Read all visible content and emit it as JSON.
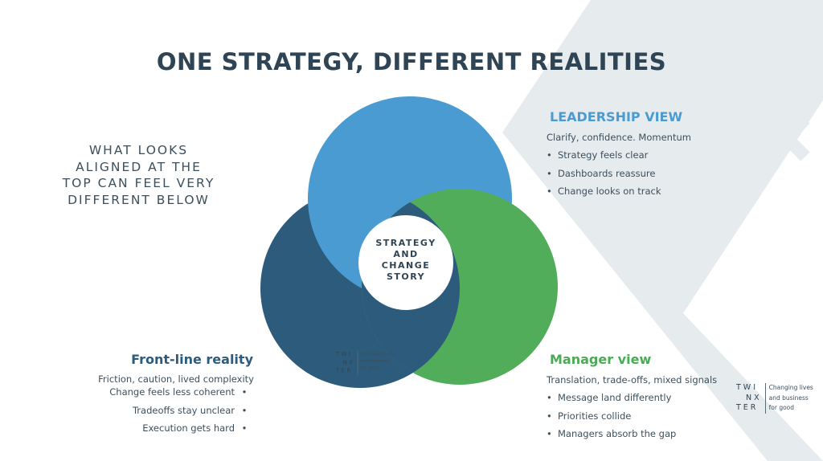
{
  "title": "ONE STRATEGY, DIFFERENT REALITIES",
  "tagline": [
    "WHAT LOOKS",
    "ALIGNED AT THE",
    "TOP CAN FEEL VERY",
    "DIFFERENT BELOW"
  ],
  "center": [
    "STRATEGY",
    "AND",
    "CHANGE",
    "STORY"
  ],
  "leadership": {
    "title": "LEADERSHIP VIEW",
    "intro": "Clarify, confidence. Momentum",
    "bullets": [
      "Strategy feels clear",
      "Dashboards reassure",
      "Change looks on track"
    ]
  },
  "manager": {
    "title": "Manager view",
    "intro": "Translation, trade-offs, mixed signals",
    "bullets": [
      "Message land differently",
      "Priorities collide",
      "Managers absorb the gap"
    ]
  },
  "frontline": {
    "title": "Front-line reality",
    "intro": "Friction, caution, lived complexity",
    "bullets": [
      "Change feels less coherent",
      "Tradeoffs stay unclear",
      "Execution gets hard"
    ]
  },
  "logo": {
    "mark": [
      "TWI",
      "NX",
      "TER"
    ],
    "tagline": [
      "Changing lives",
      "and business",
      "for good"
    ]
  },
  "bullet_glyph": "•",
  "colors": {
    "leadership": "#4a9bd2",
    "manager": "#52ad5b",
    "frontline": "#2d5b7b",
    "text": "#2f4454",
    "decor": "#e6ebee"
  }
}
